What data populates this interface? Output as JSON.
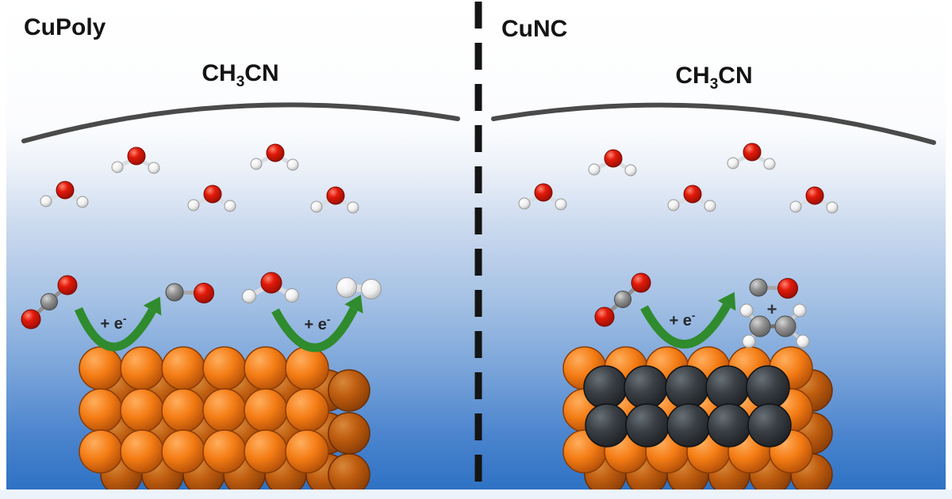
{
  "figure": {
    "divider_style": "vertical-dashed-line",
    "electron_label": {
      "main": "+ e",
      "sup": "-"
    },
    "plus_sign": "+",
    "panels": [
      {
        "title": "CuPoly",
        "solvent": {
          "pre": "CH",
          "sub": "3",
          "post": "CN"
        },
        "molecules": [
          "H2O",
          "CO2",
          "CO",
          "H2O",
          "H2"
        ],
        "reactions": [
          {
            "reactant": "CO2",
            "product": "CO"
          },
          {
            "reactant": "H2O",
            "product": "H2"
          }
        ],
        "surface_atoms": "orange-spheres"
      },
      {
        "title": "CuNC",
        "solvent": {
          "pre": "CH",
          "sub": "3",
          "post": "CN"
        },
        "molecules": [
          "H2O",
          "CO2",
          "CO",
          "C2H4"
        ],
        "reactions": [
          {
            "reactant": "CO2",
            "product": "CO + C2H4"
          }
        ],
        "surface_atoms": "orange-spheres-with-dark-spheres"
      }
    ],
    "colors": {
      "background_top": "#ffffff",
      "background_bottom": "#2e72c4",
      "bottom_strip": "#edf3fb",
      "arc": "#4a4a4a",
      "divider": "#141414",
      "arrow_green": "#2f8b2d",
      "copper": "#f07c1c",
      "copper_shaded": "#c05a0e",
      "dark_atom": "#3a3f45",
      "oxygen_red": "#e01507",
      "carbon_gray": "#8f8f8f",
      "hydrogen_white": "#f2f2f2",
      "label": "#1a1a1a"
    }
  }
}
